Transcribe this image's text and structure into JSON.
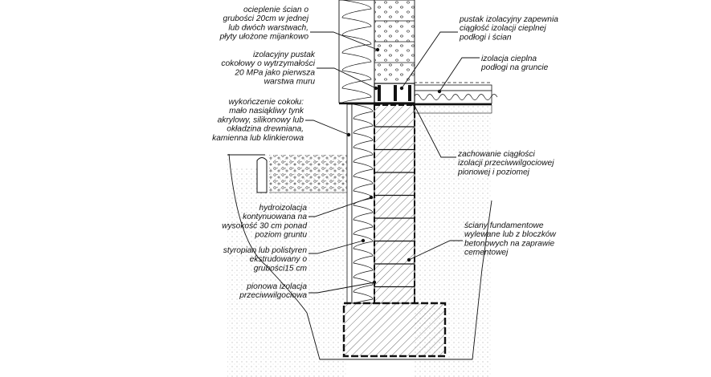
{
  "diagram": {
    "colors": {
      "ink": "#111111",
      "soil": "#ececec",
      "background": "#ffffff"
    },
    "labels": {
      "wall_insulation": [
        "ocieplenie ścian o",
        "grubości 20cm w jednej",
        "lub dwóch warstwach,",
        "płyty ułożone mijankowo"
      ],
      "plinth_block": [
        "izolacyjny pustak",
        "cokołowy o wytrzymałości",
        "20 MPa jako pierwsza",
        "warstwa muru"
      ],
      "plinth_finish": [
        "wykończenie cokołu:",
        "mało nasiąkliwy tynk",
        "akrylowy, silikonowy lub",
        "okładzina drewniana,",
        "kamienna lub klinkierowa"
      ],
      "waterproofing": [
        "hydroizolacja",
        "kontynuowana na",
        "wysokość 30 cm ponad",
        "poziom gruntu"
      ],
      "polystyrene": [
        "styropian lub polistyren",
        "ekstrudowany o",
        "grubości15 cm"
      ],
      "vertical_damp": [
        "pionowa izolacja",
        "przeciwwilgociowa"
      ],
      "thermal_continuity": [
        "pustak izolacyjny zapewnia",
        "ciągłość izolacji cieplnej",
        "podłogi i ścian"
      ],
      "floor_insulation": [
        "izolacja cieplna",
        "podłogi na gruncie"
      ],
      "damp_continuity": [
        "zachowanie ciągłości",
        "izolacji przeciwwilgociowej",
        "pionowej i poziomej"
      ],
      "foundation_walls": [
        "ściany fundamentowe",
        "wylewane lub z bloczków",
        "betonowych na zaprawie",
        "cementowej"
      ]
    }
  }
}
